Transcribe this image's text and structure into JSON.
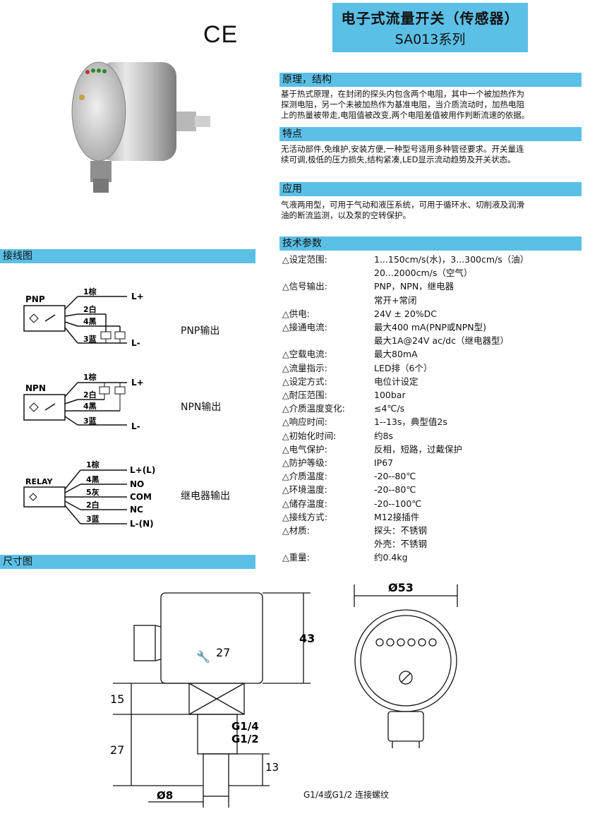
{
  "header": {
    "title_line1": "电子式流量开关（传感器）",
    "title_line2": "SA013系列",
    "ce_mark": "CE"
  },
  "sections": {
    "principle": {
      "heading": "原理，结构",
      "lines": [
        "基于热式原理，在封闭的探头内包含两个电阻，其中一个被加热作为",
        "探测电阻，另一个未被加热作为基准电阻，当介质流动时，加热电阻",
        "上的热量被带走,电阻值被改变,两个电阻差值被用作判断流速的依据。"
      ]
    },
    "features": {
      "heading": "特点",
      "lines": [
        "无活动部件,免维护,安装方便,一种型号适用多种管径要求。开关量连",
        "续可调,极低的压力损失,结构紧凑,LED显示流动趋势及开关状态。"
      ]
    },
    "application": {
      "heading": "应用",
      "lines": [
        "气液两用型，可用于气动和液压系统，可用于循环水、切削液及润滑",
        "油的断流监测，以及泵的空转保护。"
      ]
    },
    "specs": {
      "heading": "技术参数",
      "rows": [
        {
          "k": "△设定范围:",
          "v": "1...150cm/s(水)，3...300cm/s（油）"
        },
        {
          "k": "",
          "v": "20...2000cm/s（空气）"
        },
        {
          "k": "△信号输出:",
          "v": "PNP，NPN，继电器"
        },
        {
          "k": "",
          "v": "常开+常闭"
        },
        {
          "k": "△供电:",
          "v": "24V ± 20%DC"
        },
        {
          "k": "△接通电流:",
          "v": "最大400 mA(PNP或NPN型)"
        },
        {
          "k": "",
          "v": "最大1A@24V ac/dc（继电器型）"
        },
        {
          "k": "△空载电流:",
          "v": "最大80mA"
        },
        {
          "k": "△流量指示:",
          "v": "LED排（6个）"
        },
        {
          "k": "△设定方式:",
          "v": "电位计设定"
        },
        {
          "k": "△耐压范围:",
          "v": "100bar"
        },
        {
          "k": "△介质温度变化:",
          "v": "≤4℃/s"
        },
        {
          "k": "△响应时间:",
          "v": "1--13s，典型值2s"
        },
        {
          "k": "△初始化时间:",
          "v": "约8s"
        },
        {
          "k": "△电气保护:",
          "v": "反相，短路，过戴保护"
        },
        {
          "k": "△防护等级:",
          "v": "IP67"
        },
        {
          "k": "△介质温度:",
          "v": "-20--80℃"
        },
        {
          "k": "△环境温度:",
          "v": "-20--80℃"
        },
        {
          "k": "△储存温度:",
          "v": "-20--100℃"
        },
        {
          "k": "△接线方式:",
          "v": "M12接插件"
        },
        {
          "k": "△材质:",
          "v": "探头：不锈钢"
        },
        {
          "k": "",
          "v": "外壳：不锈钢"
        },
        {
          "k": "△重量:",
          "v": "约0.4kg"
        }
      ]
    },
    "wiring": {
      "heading": "接线图",
      "pnp": {
        "tag": "PNP",
        "w1": "1棕",
        "w2": "2白",
        "w4": "4黑",
        "w3": "3蓝",
        "lp": "L+",
        "lm": "L-",
        "out": "PNP输出"
      },
      "npn": {
        "tag": "NPN",
        "w1": "1棕",
        "w2": "2白",
        "w4": "4黑",
        "w3": "3蓝",
        "lp": "L+",
        "lm": "L-",
        "out": "NPN输出"
      },
      "relay": {
        "tag": "RELAY",
        "w1": "1棕",
        "w4": "4黑",
        "w5": "5灰",
        "w2": "2白",
        "w3": "3蓝",
        "lp": "L+(L)",
        "no": "NO",
        "com": "COM",
        "nc": "NC",
        "lm": "L-(N)",
        "out": "继电器输出"
      }
    },
    "dimensions": {
      "heading": "尺寸图",
      "d43": "43",
      "d27a": "27",
      "d15": "15",
      "d27b": "27",
      "g14": "G1/4",
      "g12": "G1/2",
      "d13": "13",
      "d8": "Ø8",
      "d53": "Ø53",
      "caption": "G1/4或G1/2 连接螺纹"
    }
  }
}
